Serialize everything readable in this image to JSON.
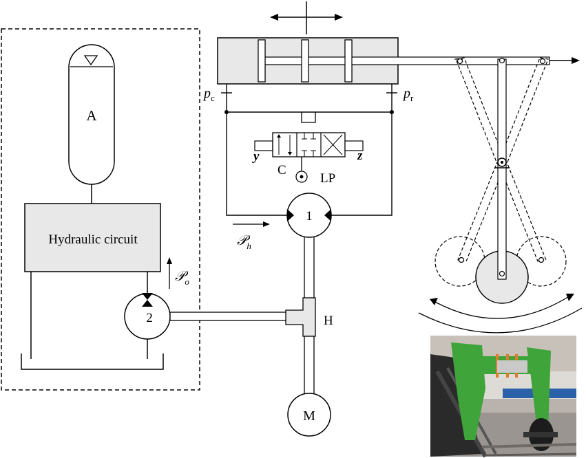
{
  "labels": {
    "accumulator": "A",
    "hydraulic_circuit": "Hydraulic circuit",
    "pump_motor_1": "1",
    "pump_motor_2": "2",
    "valve": "C",
    "low_pressure": "LP",
    "tee": "H",
    "motor": "M",
    "p_c_main": "p",
    "p_c_sub": "c",
    "p_r_main": "p",
    "p_r_sub": "r",
    "valve_port_y": "y",
    "valve_port_z": "z",
    "power_h_main": "𝒫",
    "power_h_sub": "h",
    "power_o_main": "𝒫",
    "power_o_sub": "o"
  },
  "colors": {
    "line": "#000000",
    "accent_fill": "#e8e8e8",
    "photo_green": "#3fa43a"
  },
  "icons": {
    "accumulator_level": "triangle-down-icon",
    "low_pressure_port": "circle-dot-icon",
    "pump_arrows": "triangle-pair-icon"
  }
}
